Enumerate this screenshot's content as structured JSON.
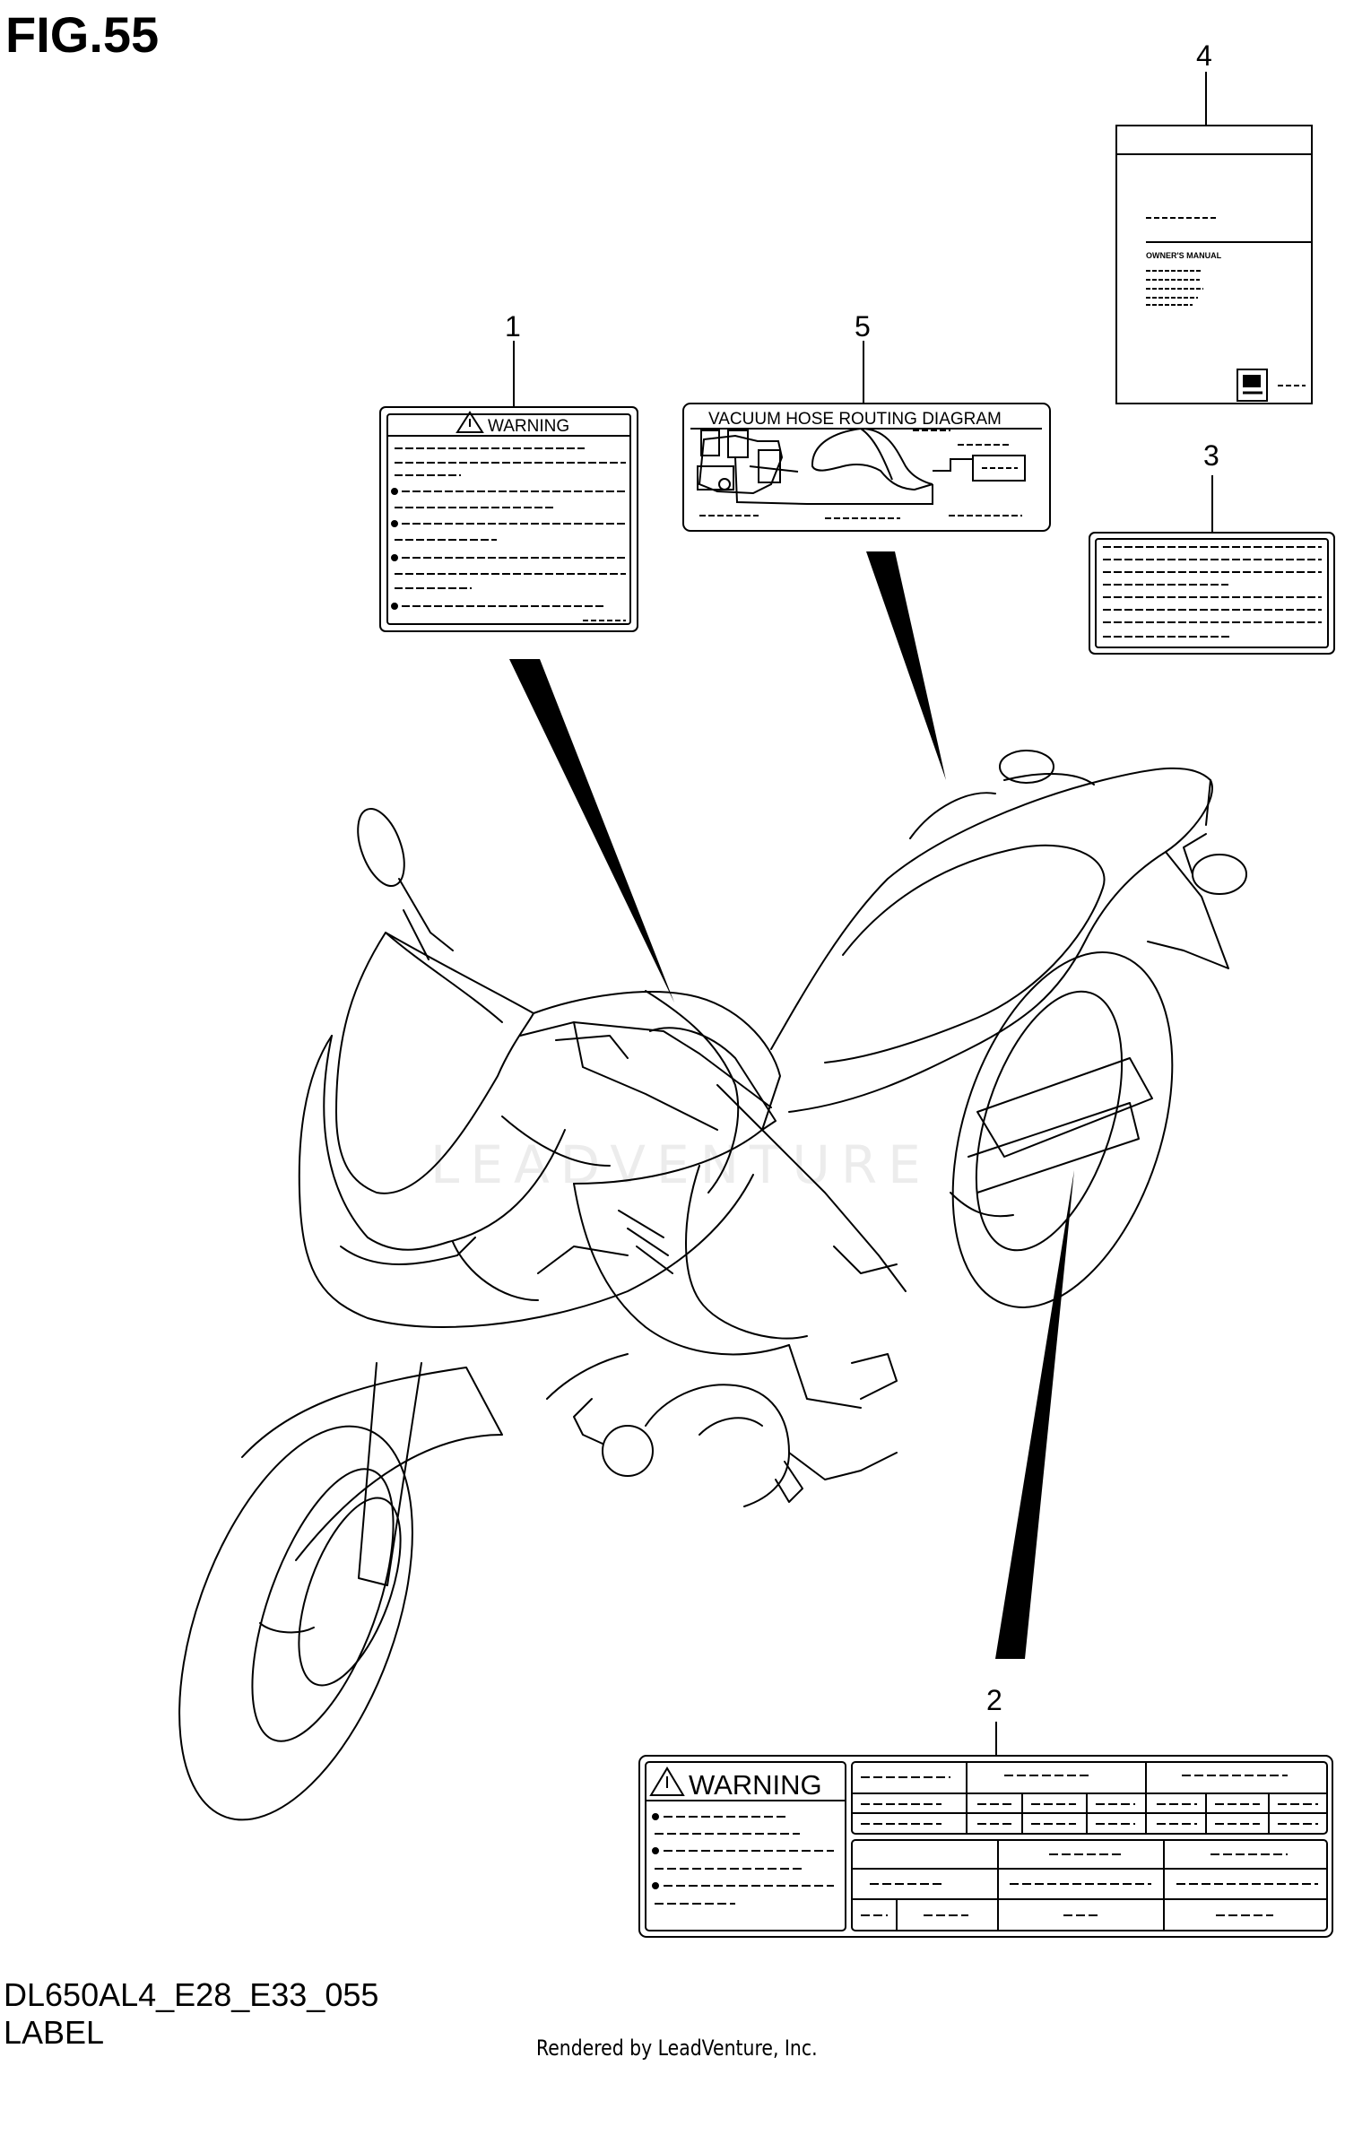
{
  "figure": {
    "title": "FIG.55",
    "code": "DL650AL4_E28_E33_055",
    "description": "LABEL",
    "credit": "Rendered by LeadVenture, Inc.",
    "watermark": "LEADVENTURE"
  },
  "callouts": [
    "1",
    "2",
    "3",
    "4",
    "5"
  ],
  "labels": {
    "warning_small": {
      "heading": "WARNING"
    },
    "vacuum_hose": {
      "heading": "VACUUM HOSE ROUTING DIAGRAM"
    },
    "manual": {
      "heading": "OWNER'S MANUAL"
    },
    "warning_large": {
      "heading": "WARNING"
    }
  },
  "icons": [
    "warning-triangle-icon",
    "suzuki-logo-icon"
  ],
  "colors": {
    "line": "#000000",
    "background": "#ffffff"
  }
}
